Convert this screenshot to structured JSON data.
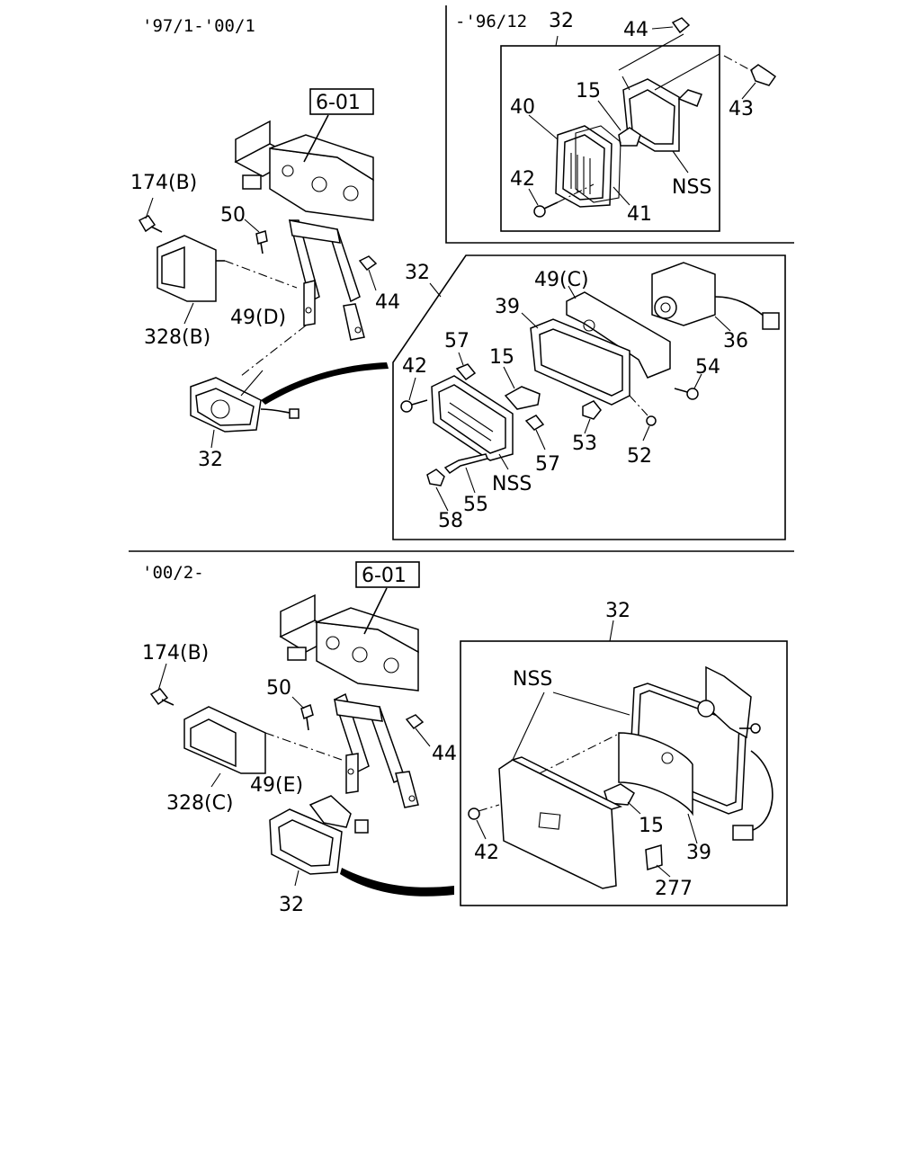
{
  "headers": {
    "top_section": "'97/1-'00/1",
    "inset_early": "-'96/12",
    "bottom_section": "'00/2-"
  },
  "refs": {
    "top": "6-01",
    "bottom": "6-01"
  },
  "labels": {
    "top_main": {
      "l174b": "174(B)",
      "l50": "50",
      "l328b": "328(B)",
      "l49d": "49(D)",
      "l44": "44",
      "l32_top": "32",
      "l32_lamp": "32"
    },
    "inset_early": {
      "l32": "32",
      "l44": "44",
      "l43": "43",
      "l15": "15",
      "l40": "40",
      "l42": "42",
      "l41": "41",
      "nss": "NSS"
    },
    "detail_top": {
      "l49c": "49(C)",
      "l39": "39",
      "l36": "36",
      "l57a": "57",
      "l15": "15",
      "l42": "42",
      "l54": "54",
      "l53": "53",
      "l52": "52",
      "l57b": "57",
      "nss": "NSS",
      "l55": "55",
      "l58": "58"
    },
    "bottom_main": {
      "l174b": "174(B)",
      "l50": "50",
      "l44": "44",
      "l49e": "49(E)",
      "l328c": "328(C)",
      "l32": "32"
    },
    "detail_bottom": {
      "l32": "32",
      "nss": "NSS",
      "l42": "42",
      "l15": "15",
      "l39": "39",
      "l277": "277"
    }
  }
}
